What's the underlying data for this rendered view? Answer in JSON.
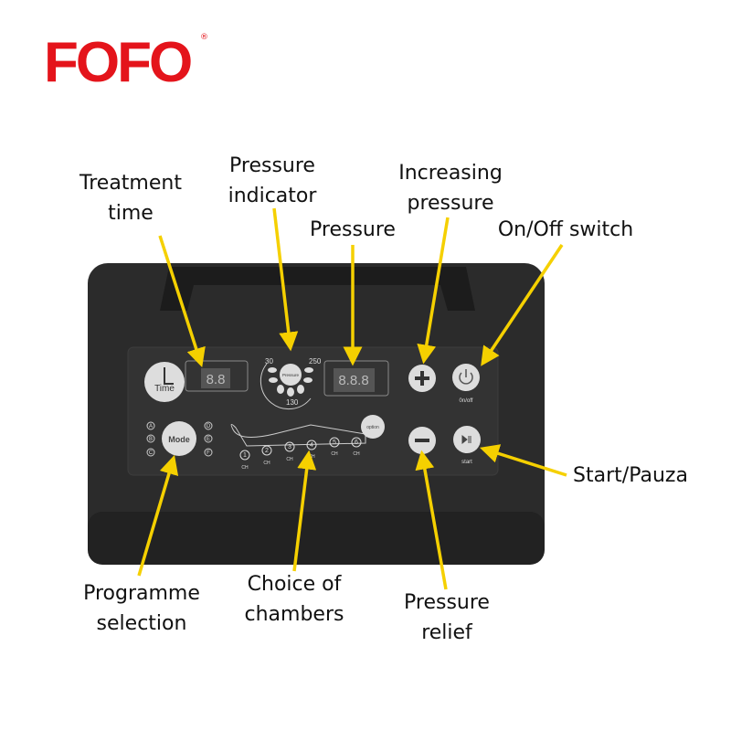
{
  "logo": {
    "text": "FOFO",
    "registered": "®"
  },
  "labels": {
    "treatment_time": [
      "Treatment",
      "time"
    ],
    "pressure_indicator": [
      "Pressure",
      "indicator"
    ],
    "pressure": "Pressure",
    "increasing_pressure": [
      "Increasing",
      "pressure"
    ],
    "on_off": "On/Off switch",
    "start_pause": "Start/Pauza",
    "programme_selection": [
      "Programme",
      "selection"
    ],
    "choice_of_chambers": [
      "Choice of",
      "chambers"
    ],
    "pressure_relief": [
      "Pressure",
      "relief"
    ]
  },
  "panel": {
    "time_label": "Time",
    "time_display": "8.8",
    "pressure_knob": "Pressure",
    "scale_min": "30",
    "scale_mid": "130",
    "scale_max": "250",
    "pressure_display": "8.8.8",
    "mode": "Mode",
    "programs_left": [
      "A",
      "B",
      "C"
    ],
    "programs_right": [
      "D",
      "E",
      "F"
    ],
    "option": "option",
    "chambers": [
      "1",
      "2",
      "3",
      "4",
      "5",
      "6"
    ],
    "chamber_unit": "CH",
    "onoff_label": "0n/off",
    "start_label": "start"
  },
  "colors": {
    "arrow": "#f5d000",
    "logo": "#e4141b",
    "body": "#2b2b2b"
  }
}
